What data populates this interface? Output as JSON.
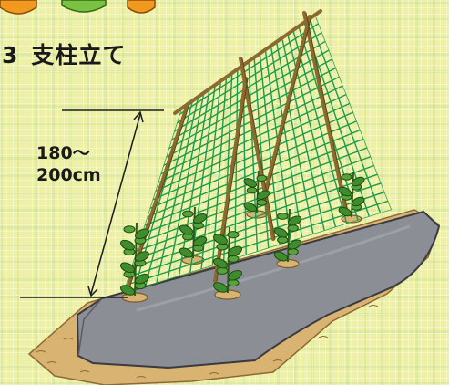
{
  "step": {
    "number": "3",
    "title": "支柱立て"
  },
  "height_annotation": {
    "line1": "180～",
    "line2": "200cm"
  },
  "colors": {
    "background": "#eef0a6",
    "net": "#1f9a4a",
    "pole": "#8a6a2e",
    "mulch": "#8c8e95",
    "soil": "#d9b372",
    "leaf": "#3f8c2c",
    "top_icon_green": "#7cc242",
    "top_icon_orange": "#f19a1f"
  }
}
